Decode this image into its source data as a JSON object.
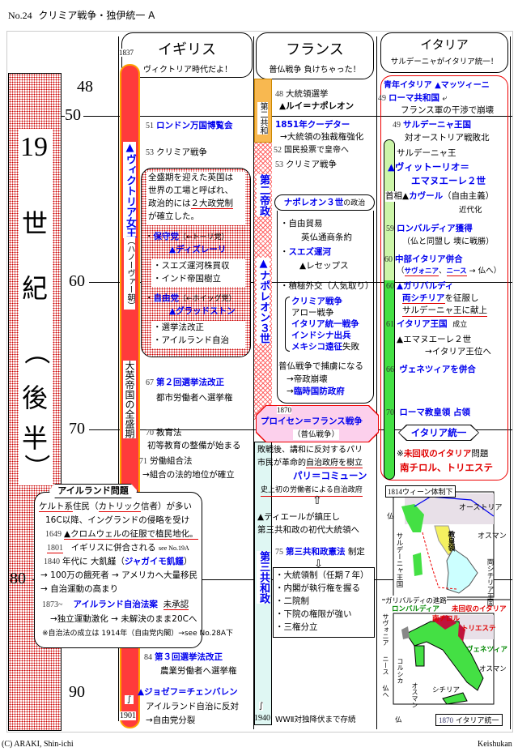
{
  "title": {
    "number": "No.24",
    "text": "クリミア戦争・独伊統一 A"
  },
  "footer": {
    "left": "(C) ARAKI, Shin-ichi",
    "right": "Keishukan"
  },
  "century": {
    "c19": "19",
    "se": "世",
    "ki": "紀",
    "open": "（",
    "go": "後",
    "han": "半",
    "close": "）"
  },
  "years": {
    "y48": "48",
    "y50": "50",
    "y60": "60",
    "y70": "70",
    "y80": "80",
    "y90": "90"
  },
  "england": {
    "heading": "イギリス",
    "sub": "ヴィクトリア時代だよ！",
    "start": "1837",
    "end": "1901",
    "wave": "∫",
    "queen": "▲ヴィクトリア女王",
    "dynasty": "（ハノーヴァー朝）",
    "zenith": "大英帝国の全盛期",
    "e51": {
      "n": "51",
      "t": "ロンドン万国博覧会"
    },
    "e53": {
      "n": "53",
      "t": "クリミア戦争"
    },
    "box": {
      "l1": "全盛期を迎えた英国は",
      "l2": "世界の工場と呼ばれ、",
      "l3a": "政治的には",
      "l3b": "２大政党制",
      "l4": "が確立した。",
      "cons": "保守党",
      "cons_prev": "（←トーリ党）",
      "disraeli": "▲ディズレーリ",
      "suez": "・スエズ運河株買収",
      "india": "・インド帝国樹立",
      "lib": "自由党",
      "lib_prev": "（←ホイッグ党）",
      "gladstone": "▲グラッドストン",
      "reform": "・選挙法改正",
      "ireland": "・アイルランド自治",
      "dot": "・"
    },
    "e67": {
      "n": "67",
      "t": "第２回選挙法改正",
      "d": "都市労働者へ選挙権"
    },
    "e70": {
      "n": "70",
      "t": "教育法",
      "d": "初等教育の整備が始まる"
    },
    "e71": {
      "n": "71",
      "t": "労働組合法",
      "d": "→組合の法的地位が確立"
    },
    "e84": {
      "n": "84",
      "t": "第３回選挙法改正",
      "d": "農業労働者へ選挙権"
    },
    "chamberlain": {
      "t": "▲ジョゼフ＝チェンバレン",
      "d1": "アイルランド自治に反対",
      "d2": "→自由党分裂"
    }
  },
  "ireland": {
    "title": "アイルランド問題",
    "l1a": "ケルト系",
    "l1b": "住民（",
    "l1c": "カトリック",
    "l1d": "信者）が多い",
    "l2": "16C以降、イングランドの侵略を受け",
    "l3n": "1649",
    "l3": "▲クロムウェルの征服で植民地化。",
    "l4n": "1801",
    "l4": "イギリスに併合される",
    "l4s": "see No.19A",
    "l5n": "1840",
    "l5": "年代に 大飢饉（",
    "l5b": "ジャガイモ飢饉",
    "l5c": "）",
    "l6": "→ 100万の餓死者 → アメリカへ大量移民",
    "l7": "→ 自治運動の高まり",
    "l8n": "1873~",
    "l8b": "アイルランド自治法案",
    "l8c": "未承認",
    "l9": "→独立運動激化 → 未解決のまま20Cへ",
    "l10": "※自治法の成立は 1914年（自由党内閣）→see No.28A下"
  },
  "france": {
    "heading": "フランス",
    "sub": "普仏戦争 負けちゃった！",
    "rep2": "第二共和",
    "empire2": "第二帝政",
    "nap3v": "▲ナポレオン３世",
    "rep3": "第三共和政",
    "wave": "∫",
    "end": "1940",
    "e48": {
      "n": "48",
      "t": "大統領選挙",
      "d": "▲ルイ＝ナポレオン"
    },
    "e51": {
      "t": "1851年クーデター",
      "d": "→大統領の独裁権強化"
    },
    "e52": {
      "n": "52",
      "t": "国民投票で皇帝へ"
    },
    "e53": {
      "n": "53",
      "t": "クリミア戦争"
    },
    "nap3": {
      "b": "ナポレオン３世",
      "s": "の政治"
    },
    "box": {
      "l1": "・自由貿易",
      "l2": "英仏通商条約",
      "l3": "スエズ運河",
      "l4": "▲レセップス",
      "l5": "・積極外交（人気取り）",
      "w1": "クリミア戦争",
      "w2": "アロー戦争",
      "w3": "イタリア統一戦争",
      "w4": "インドシナ出兵",
      "w5": "メキシコ遠征",
      "w5s": "失敗",
      "l6": "普仏戦争で捕虜になる",
      "l7": "→帝政崩壊",
      "l8a": "→",
      "l8": "臨時国防政府",
      "dot": "・"
    },
    "war": {
      "year": "1870",
      "t": "プロイセン＝フランス戦争",
      "sub": "（普仏戦争）"
    },
    "commune": {
      "l1": "敗戦後、講和に反対するパリ",
      "l2a": "市民が革命的",
      "l2b": "自治政府を樹立",
      "t": "パリ＝コミューン",
      "d": "史上初の労働者による自治政府",
      "up": "⇧"
    },
    "thiers": {
      "l1": "▲ティエールが鎮圧し",
      "l2": "第三共和政の初代大統領へ"
    },
    "e75": {
      "n": "75",
      "t": "第三共和政憲法",
      "s": "制定",
      "down": "⇩"
    },
    "const": [
      "・大統領制（任期７年）",
      "・内閣が執行権を握る",
      "・二院制",
      "・下院の権限が強い",
      "・三権分立"
    ],
    "ww2": "WWⅡ対独降伏まで存続"
  },
  "italy": {
    "heading": "イタリア",
    "sub": "サルデーニャがイタリア統一！",
    "mazzini": "青年イタリア ▲マッツィーニ",
    "e49a": {
      "n": "49",
      "t": "ローマ共和国",
      "icon": "⤶",
      "d": "フランス軍の干渉で崩壊"
    },
    "e49b": {
      "n": "49",
      "t": "サルデーニャ王国",
      "d": "対オーストリア戦敗北"
    },
    "king": {
      "l1": "サルデーニャ王",
      "l2": "▲ヴィットーリオ＝",
      "l3": "エマヌエーレ２世"
    },
    "cavour": {
      "a": "首相▲",
      "b": "カヴール",
      "c": "（自由主義）",
      "d": "近代化"
    },
    "e59": {
      "n": "59",
      "t": "ロンバルディア獲得",
      "d": "（仏と同盟し 墺に戦勝）"
    },
    "e60a": {
      "n": "60",
      "t": "中部イタリア併合",
      "d1": "（",
      "d2": "サヴォニア",
      "d3": "、",
      "d4": "ニース",
      "d5": " → 仏へ）"
    },
    "e60b": {
      "n": "60",
      "t": "▲ガリバルディ",
      "d1": "両シチリア",
      "d2": "を征服し",
      "d3": "サルデーニャ王に献上"
    },
    "e61": {
      "n": "61",
      "t": "イタリア王国",
      "s": "成立",
      "d1": "▲エマヌエーレ２世",
      "d2": "→イタリア王位へ"
    },
    "e66": {
      "n": "66",
      "t": "ヴェネツィアを併合"
    },
    "e70": {
      "n": "70",
      "t": "ローマ教皇領 占領"
    },
    "unify": "イタリア統一",
    "irr": {
      "a": "※",
      "b": "未回収のイタリア",
      "c": "問題",
      "d": "南チロル、トリエステ"
    }
  },
  "map1": {
    "title": "1814ウィーン体制下",
    "austria": "オーストリア",
    "ottoman": "オスマン",
    "fr": "仏",
    "sardinia": "サルデーニャ王国",
    "papal": "教皇領",
    "sicilies": "両シチリア王国",
    "route": "ガリバルディの進路"
  },
  "map2": {
    "lombardy": "ロンバルディア",
    "irr": "未回収のイタリア",
    "tyrol": "南チロル",
    "trieste": "トリエステ",
    "venice": "ヴェネツィア",
    "savoy": "サヴォニア",
    "nice": "ニース",
    "to_fr": "仏へ",
    "corsica": "コルシカ",
    "ottoman": "オスマン",
    "ottoman2": "オスマン",
    "sicily": "シチリア",
    "fr": "仏",
    "caption_year": "1870",
    "caption": "イタリア統一"
  }
}
